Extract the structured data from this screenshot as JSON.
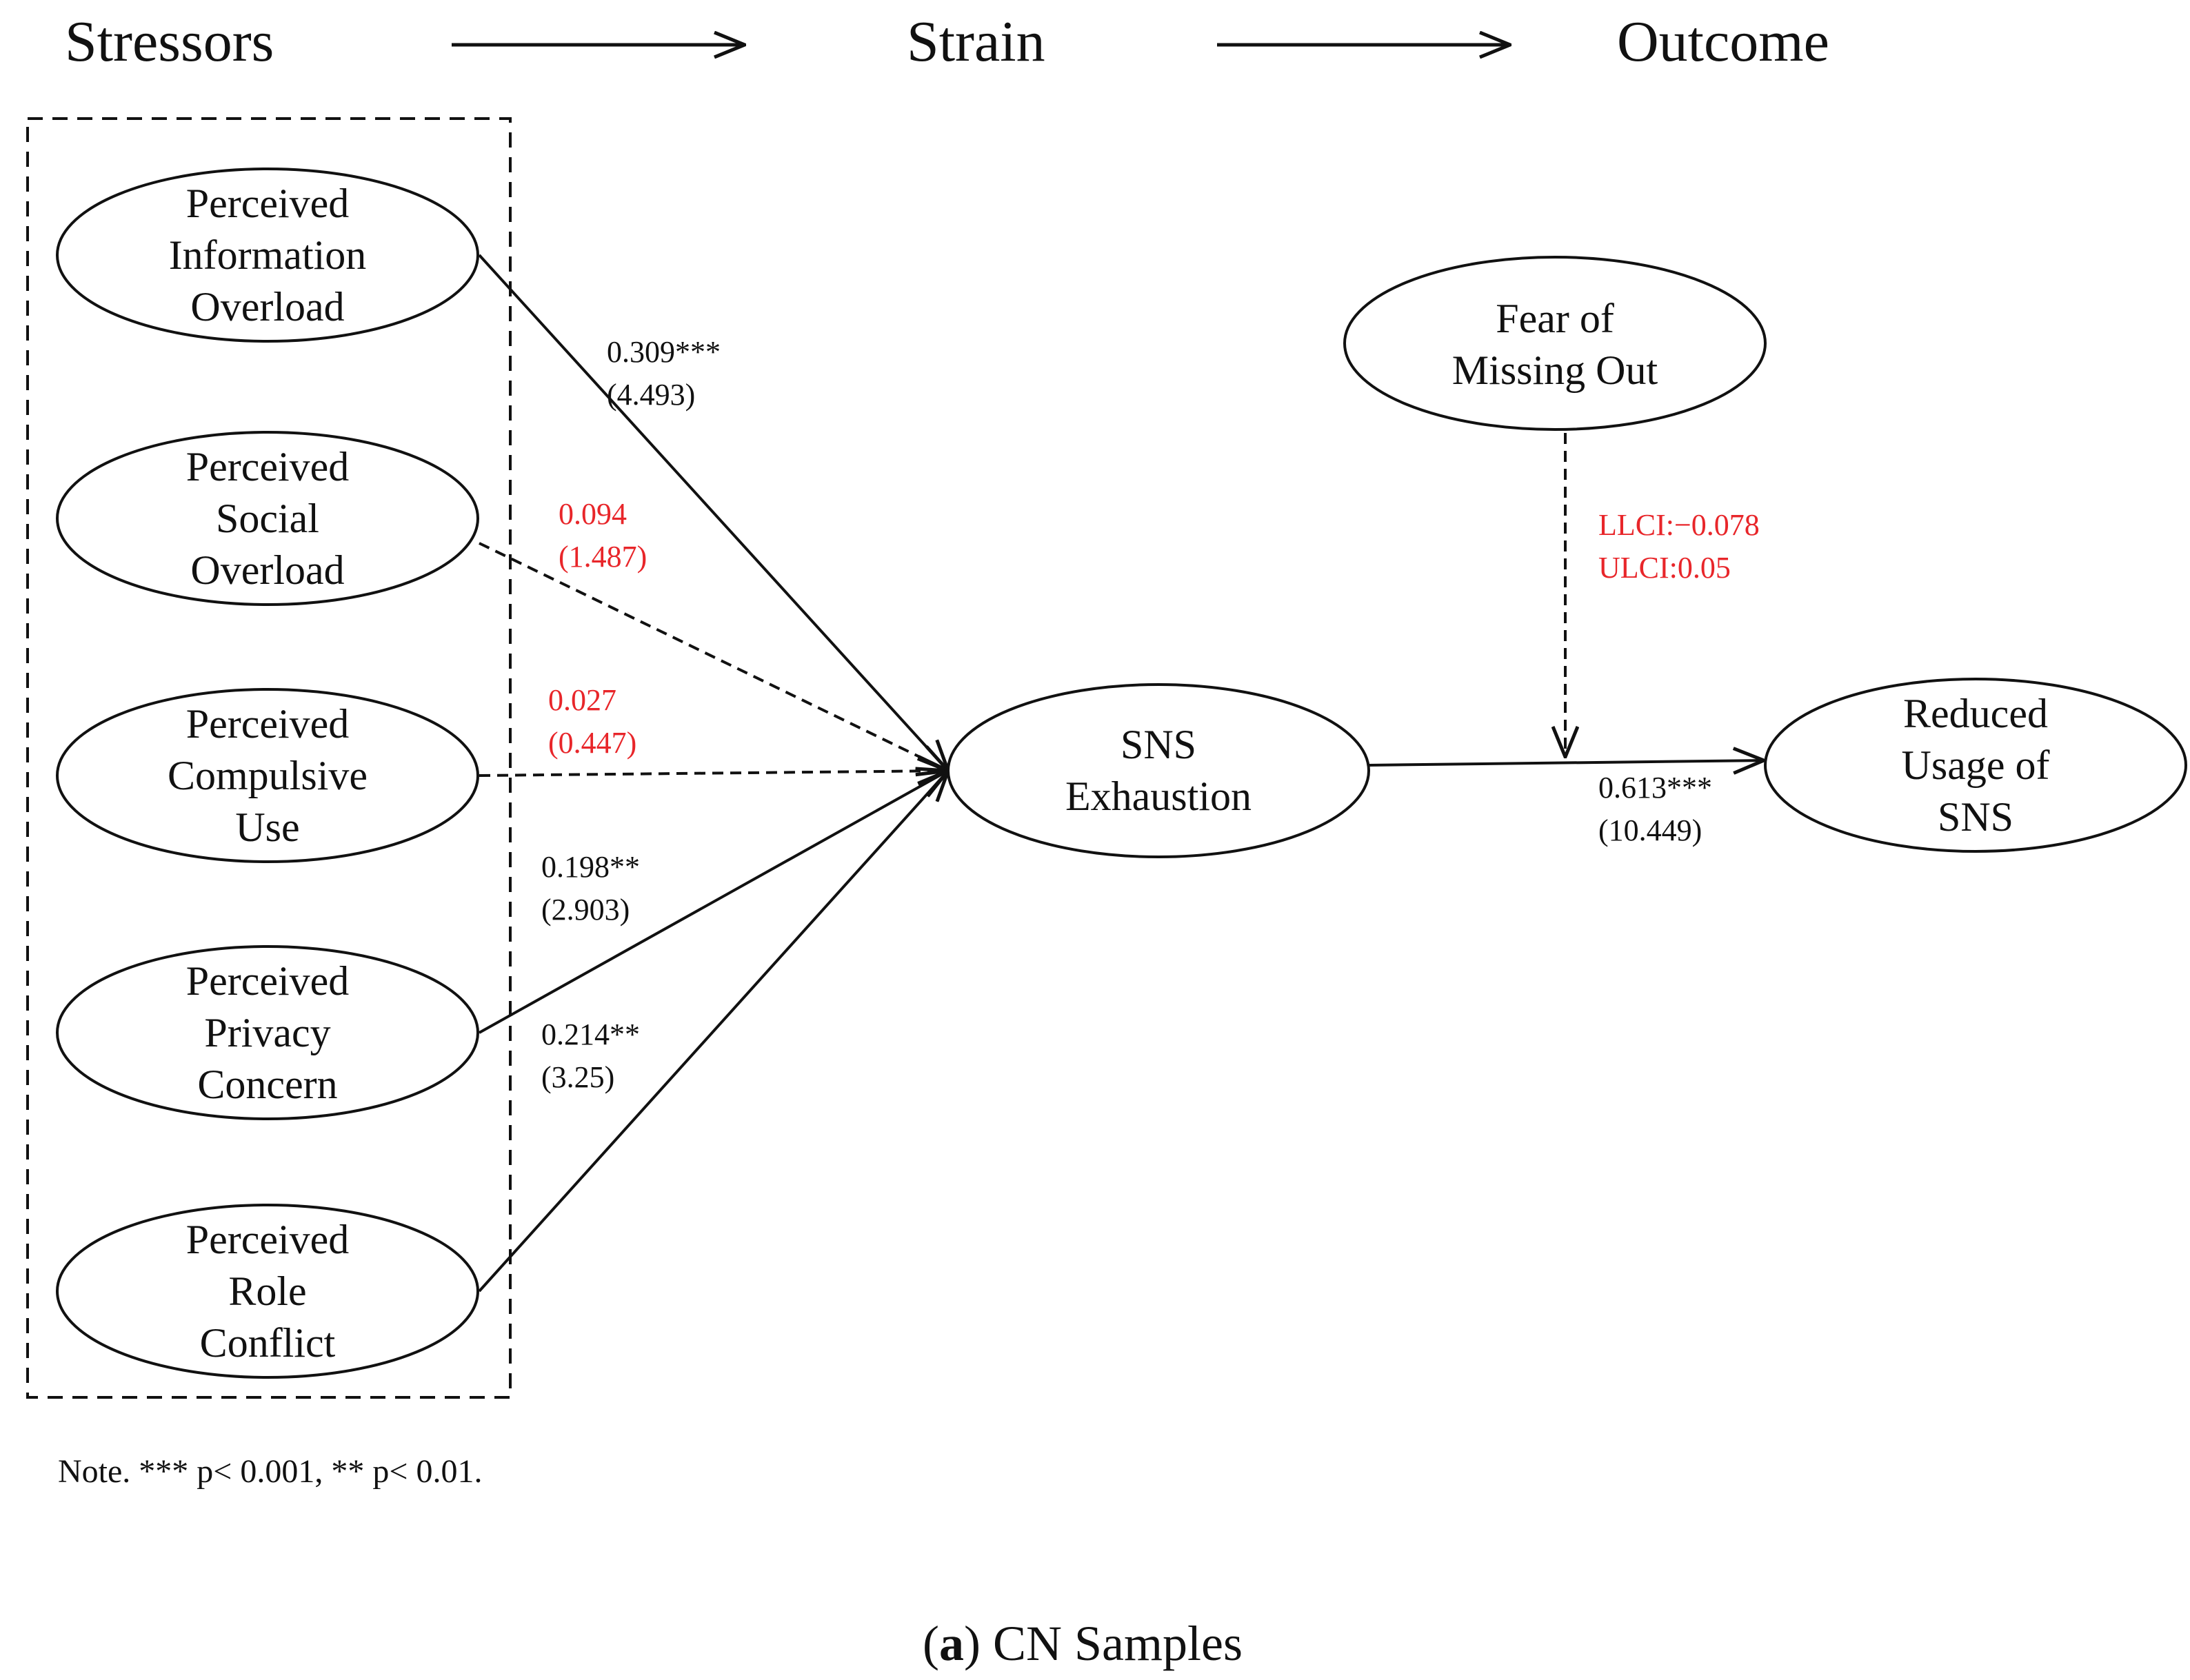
{
  "header": {
    "stressors": "Stressors",
    "strain": "Strain",
    "outcome": "Outcome"
  },
  "nodes": {
    "info_overload": [
      "Perceived",
      "Information",
      "Overload"
    ],
    "social_overload": [
      "Perceived",
      "Social",
      "Overload"
    ],
    "compulsive_use": [
      "Perceived",
      "Compulsive",
      "Use"
    ],
    "privacy_concern": [
      "Perceived",
      "Privacy",
      "Concern"
    ],
    "role_conflict": [
      "Perceived",
      "Role",
      "Conflict"
    ],
    "sns_exhaustion": [
      "SNS",
      "Exhaustion"
    ],
    "fomo": [
      "Fear of",
      "Missing Out"
    ],
    "reduced_usage": [
      "Reduced",
      "Usage of",
      "SNS"
    ]
  },
  "paths": {
    "info_overload": {
      "coef": "0.309***",
      "t": "(4.493)",
      "significant": true
    },
    "social_overload": {
      "coef": "0.094",
      "t": "(1.487)",
      "significant": false
    },
    "compulsive_use": {
      "coef": "0.027",
      "t": "(0.447)",
      "significant": false
    },
    "privacy_concern": {
      "coef": "0.198**",
      "t": "(2.903)",
      "significant": true
    },
    "role_conflict": {
      "coef": "0.214**",
      "t": "(3.25)",
      "significant": true
    },
    "exhaustion_to_usage": {
      "coef": "0.613***",
      "t": "(10.449)",
      "significant": true
    }
  },
  "moderation": {
    "llci": "LLCI:−0.078",
    "ulci": "ULCI:0.05",
    "significant": false
  },
  "note": "Note. *** p< 0.001, ** p< 0.01.",
  "caption": {
    "letter": "a",
    "text": "CN Samples"
  },
  "colors": {
    "line": "#111111",
    "nonsignificant_label": "#e8262a",
    "significant_label": "#111111"
  }
}
